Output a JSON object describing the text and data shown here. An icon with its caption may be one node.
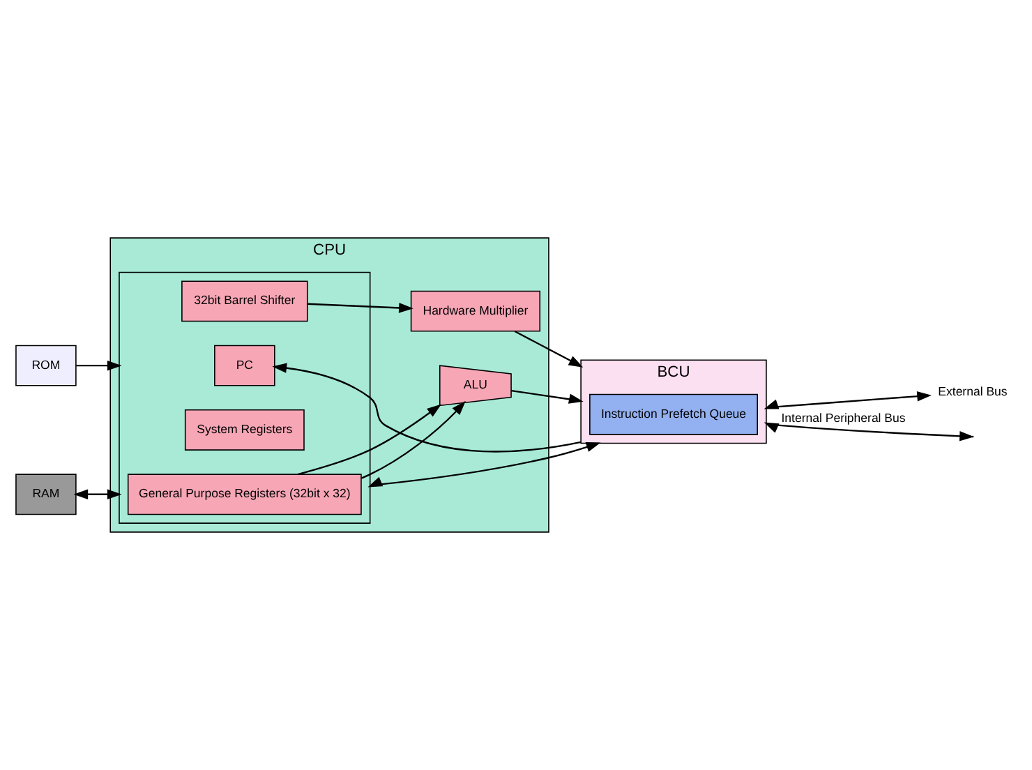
{
  "diagram": {
    "nodes": [
      {
        "text": [
          "ROM"
        ]
      },
      {
        "text": [
          "CPU"
        ]
      },
      {
        "text": [],
        "shape": "box",
        "in": 1
      },
      {
        "text": [
          "PC"
        ],
        "in": 2
      },
      {
        "text": [
          "32bit Barrel Shifter"
        ],
        "in": 2
      },
      {
        "text": [
          "System Registers"
        ],
        "in": 2
      },
      {
        "text": [
          "General Purpose Registers (32bit x 32)"
        ],
        "in": 2
      },
      {
        "text": [
          "Hardware Multiplier"
        ],
        "in": 1
      },
      {
        "text": [
          "ALU"
        ],
        "in": 1
      },
      {
        "text": [
          "BCU"
        ]
      },
      {
        "text": [
          "Instruction Prefetch Queue"
        ],
        "in": 9
      },
      {
        "text": [
          "RAM"
        ]
      },
      {
        "text": [
          "External Bus"
        ]
      }
    ],
    "edges": [
      {
        "from": 9,
        "to": 3,
        "arrow": "to"
      },
      {
        "from": 0,
        "to": 2,
        "arrow": "to"
      },
      {
        "from": 4,
        "to": 7,
        "arrow": "to"
      },
      {
        "from": 11,
        "to": 2,
        "arrow": "both"
      },
      {
        "from": 6,
        "to": 8,
        "arrow": "to"
      },
      {
        "from": 6,
        "to": 8,
        "arrow": "to"
      },
      {
        "from": 8,
        "to": 9,
        "arrow": "to"
      },
      {
        "from": 7,
        "to": 9,
        "arrow": "to"
      },
      {
        "from": 2,
        "to": 9,
        "arrow": "both"
      },
      {
        "from": 9,
        "to": 12,
        "arrow": "both"
      },
      {
        "from": 9,
        "to": null,
        "arrow": "both",
        "label": "Internal Peripheral Bus"
      }
    ]
  }
}
